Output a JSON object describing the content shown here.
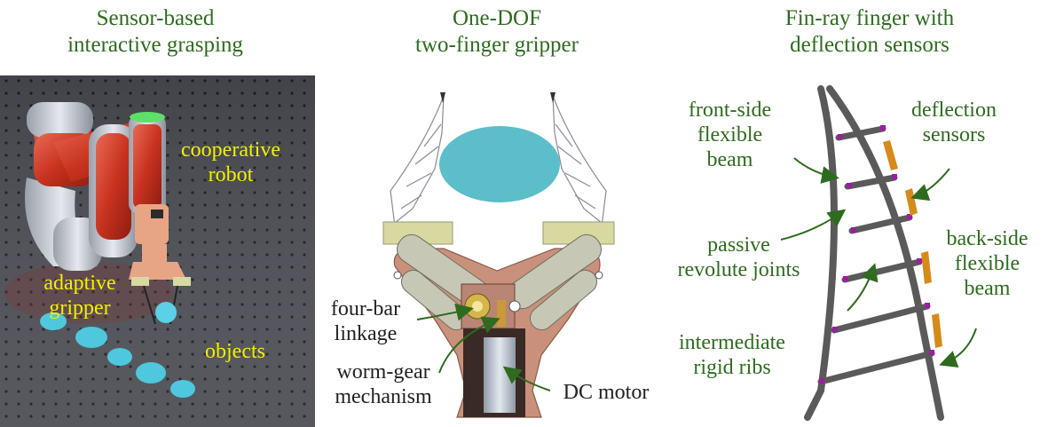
{
  "panels": [
    {
      "title": [
        "Sensor-based",
        "interactive grasping"
      ]
    },
    {
      "title": [
        "One-DOF",
        "two-finger gripper"
      ]
    },
    {
      "title": [
        "Fin-ray finger with",
        "deflection sensors"
      ]
    }
  ],
  "robot_panel": {
    "labels": {
      "cooperative_robot": [
        "cooperative",
        "robot"
      ],
      "adaptive_gripper": [
        "adaptive",
        "gripper"
      ],
      "objects": "objects"
    },
    "colors": {
      "floor": "#4a4c52",
      "robot_red": "#c83a2a",
      "robot_silver": "#c9ccd2",
      "objects": "#4fc7dc",
      "label": "#f2f000"
    }
  },
  "gripper_panel": {
    "labels": {
      "four_bar_linkage": [
        "four-bar",
        "linkage"
      ],
      "worm_gear_mechanism": [
        "worm-gear",
        "mechanism"
      ],
      "dc_motor": "DC motor"
    },
    "colors": {
      "ellipse": "#5bbec8",
      "mount": "#d8d9a0",
      "body": "#c9917c",
      "links": "#c7c7b6",
      "text": "#222222",
      "arrow": "#2e6b1f"
    }
  },
  "finger_panel": {
    "labels": {
      "front_side_beam": [
        "front-side",
        "flexible",
        "beam"
      ],
      "deflection_sensors": [
        "deflection",
        "sensors"
      ],
      "passive_revolute_joints": [
        "passive",
        "revolute joints"
      ],
      "back_side_beam": [
        "back-side",
        "flexible",
        "beam"
      ],
      "intermediate_rigid_ribs": [
        "intermediate",
        "rigid ribs"
      ]
    },
    "colors": {
      "beam": "#5a5a5a",
      "joint": "#9a1fa0",
      "sensor": "#d68a1a",
      "text": "#2e6b1f"
    }
  }
}
